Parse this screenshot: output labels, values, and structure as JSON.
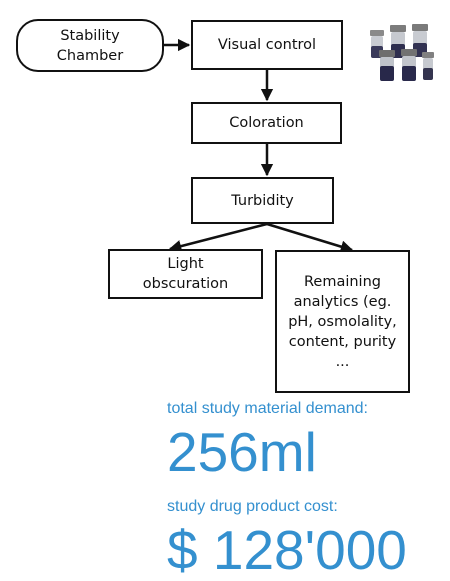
{
  "diagram": {
    "nodes": {
      "stability_chamber": "Stability\nChamber",
      "visual_control": "Visual control",
      "coloration": "Coloration",
      "turbidity": "Turbidity",
      "light_obscuration": "Light\nobscuration",
      "remaining_analytics": "Remaining\nanalytics (eg.\npH, osmolality,\ncontent, purity\n..."
    },
    "image": "vials-icon"
  },
  "summary": {
    "material_label": "total study material demand:",
    "material_value": "256ml",
    "cost_label": "study drug product cost:",
    "cost_value": "$ 128'000"
  },
  "colors": {
    "accent": "#3490cf",
    "line": "#111111"
  }
}
